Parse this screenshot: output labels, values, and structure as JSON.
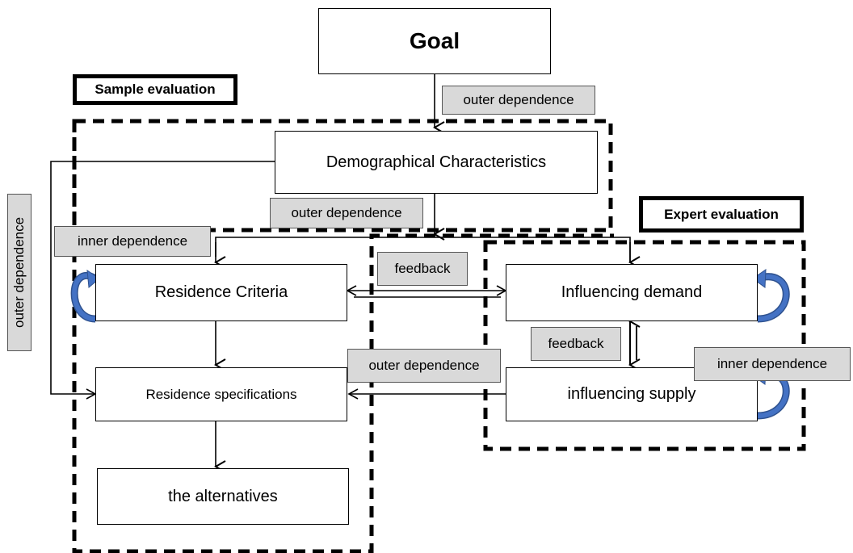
{
  "nodes": {
    "goal": "Goal",
    "demographics": "Demographical Characteristics",
    "residence_criteria": "Residence Criteria",
    "residence_specs": "Residence specifications",
    "alternatives": "the alternatives",
    "influencing_demand": "Influencing demand",
    "influencing_supply": "influencing supply"
  },
  "groups": {
    "sample": "Sample evaluation",
    "expert": "Expert evaluation"
  },
  "labels": {
    "outer_top": "outer dependence",
    "outer_mid": "outer dependence",
    "outer_left": "outer dependence",
    "outer_bottom": "outer dependence",
    "inner_left": "inner dependence",
    "inner_right": "inner dependence",
    "feedback_top": "feedback",
    "feedback_right": "feedback"
  },
  "colors": {
    "loop_arrow": "#4472c4",
    "label_fill": "#d9d9d9"
  }
}
